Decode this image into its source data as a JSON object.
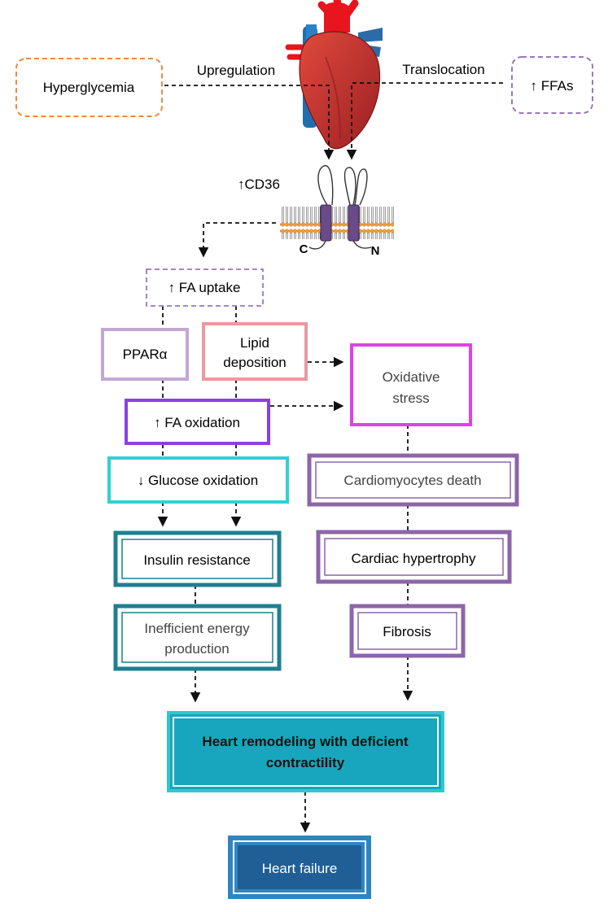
{
  "inputs": {
    "hyperglycemia": "Hyperglycemia",
    "ffas": "↑ FFAs",
    "upregulation": "Upregulation",
    "translocation": "Translocation"
  },
  "receptor": {
    "label": "↑CD36",
    "c_terminal": "C",
    "n_terminal": "N"
  },
  "boxes": {
    "fa_uptake": "↑ FA uptake",
    "ppar": "PPARα",
    "lipid_line1": "Lipid",
    "lipid_line2": "deposition",
    "oxidative_line1": "Oxidative",
    "oxidative_line2": "stress",
    "fa_oxidation": "↑ FA oxidation",
    "glucose_oxidation": "↓ Glucose oxidation",
    "cardiomyocytes_death": "Cardiomyocytes death",
    "insulin_resistance": "Insulin resistance",
    "cardiac_hypertrophy": "Cardiac hypertrophy",
    "energy_line1": "Inefficient energy",
    "energy_line2": "production",
    "fibrosis": "Fibrosis",
    "remodeling_line1": "Heart remodeling with deficient",
    "remodeling_line2": "contractility",
    "heart_failure": "Heart failure"
  },
  "colors": {
    "orange": "#f08a3c",
    "lavender": "#9a78b8",
    "pink": "#e89aa0",
    "lilac": "#c3a8d3",
    "magenta": "#e040e8",
    "purple": "#8a3fe8",
    "cyan": "#31d0d4",
    "teal": "#1f7f90",
    "plum": "#8c66a8",
    "remodel_fill": "#17a6bd",
    "failure_fill": "#2e86c1",
    "heart": "#c9393a",
    "membrane": "#f29b3a"
  }
}
